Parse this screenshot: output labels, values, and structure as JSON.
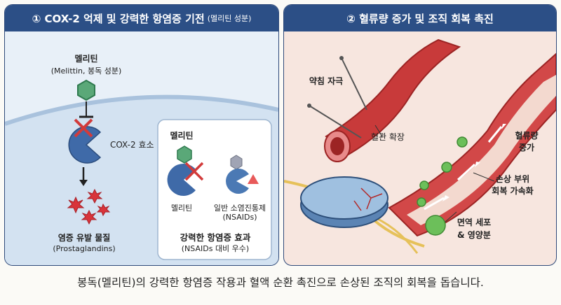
{
  "left_panel": {
    "title": "① COX-2 억제 및 강력한 항염증 기전",
    "title_sub": "(멜리틴 성분)",
    "melittin_label": "멜리틴",
    "melittin_sub": "(Melittin, 봉독 성분)",
    "cox2_label": "COX-2 효소",
    "inflammation_label": "염증 유발 물질",
    "inflammation_sub": "(Prostaglandins)",
    "inset": {
      "melittin_top": "멜리틴",
      "melittin_bottom": "멜리틴",
      "nsaids_label": "일반 소염진통제",
      "nsaids_sub": "(NSAIDs)",
      "effect_title": "강력한 항염증 효과",
      "effect_sub": "(NSAIDs 대비 우수)"
    }
  },
  "right_panel": {
    "title": "② 혈류량 증가 및 조직 회복 촉진",
    "acupuncture_label": "약침 자극",
    "vasodilation_label": "혈관 확장",
    "bloodflow_label_1": "혈류량",
    "bloodflow_label_2": "증가",
    "recovery_label_1": "손상 부위",
    "recovery_label_2": "회복 가속화",
    "immune_label_1": "면역 세포",
    "immune_label_2": "& 영양분"
  },
  "caption": "봉독(멜리틴)의 강력한 항염증 작용과 혈액 순환 촉진으로 손상된 조직의 회복을 돕습니다.",
  "colors": {
    "header": "#2c4f86",
    "enzyme": "#3f6aa8",
    "melittin": "#5aa878",
    "inhibit": "#d23b3b",
    "vessel": "#c83a3a",
    "immune_cell": "#6cbf5a"
  }
}
